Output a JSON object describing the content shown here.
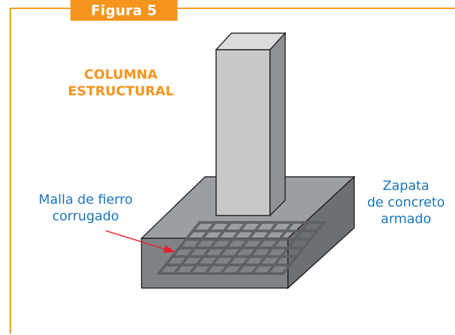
{
  "figure": {
    "tag": "Figura 5"
  },
  "labels": {
    "column_line1": "COLUMNA",
    "column_line2": "ESTRUCTURAL",
    "mesh_line1": "Malla de fierro",
    "mesh_line2": "corrugado",
    "footing_line1": "Zapata",
    "footing_line2": "de concreto",
    "footing_line3": "armado"
  },
  "colors": {
    "frame": "#f7941d",
    "title_orange": "#f7941d",
    "label_blue": "#1b75bb",
    "arrow_red": "#e8202a",
    "concrete_top": "#9c9fa2",
    "concrete_front": "#808386",
    "concrete_side": "#6d7073",
    "column_front": "#c6c8ca",
    "column_side": "#8f9295",
    "column_top": "#d9dbdd",
    "rebar": "#5e6063"
  }
}
